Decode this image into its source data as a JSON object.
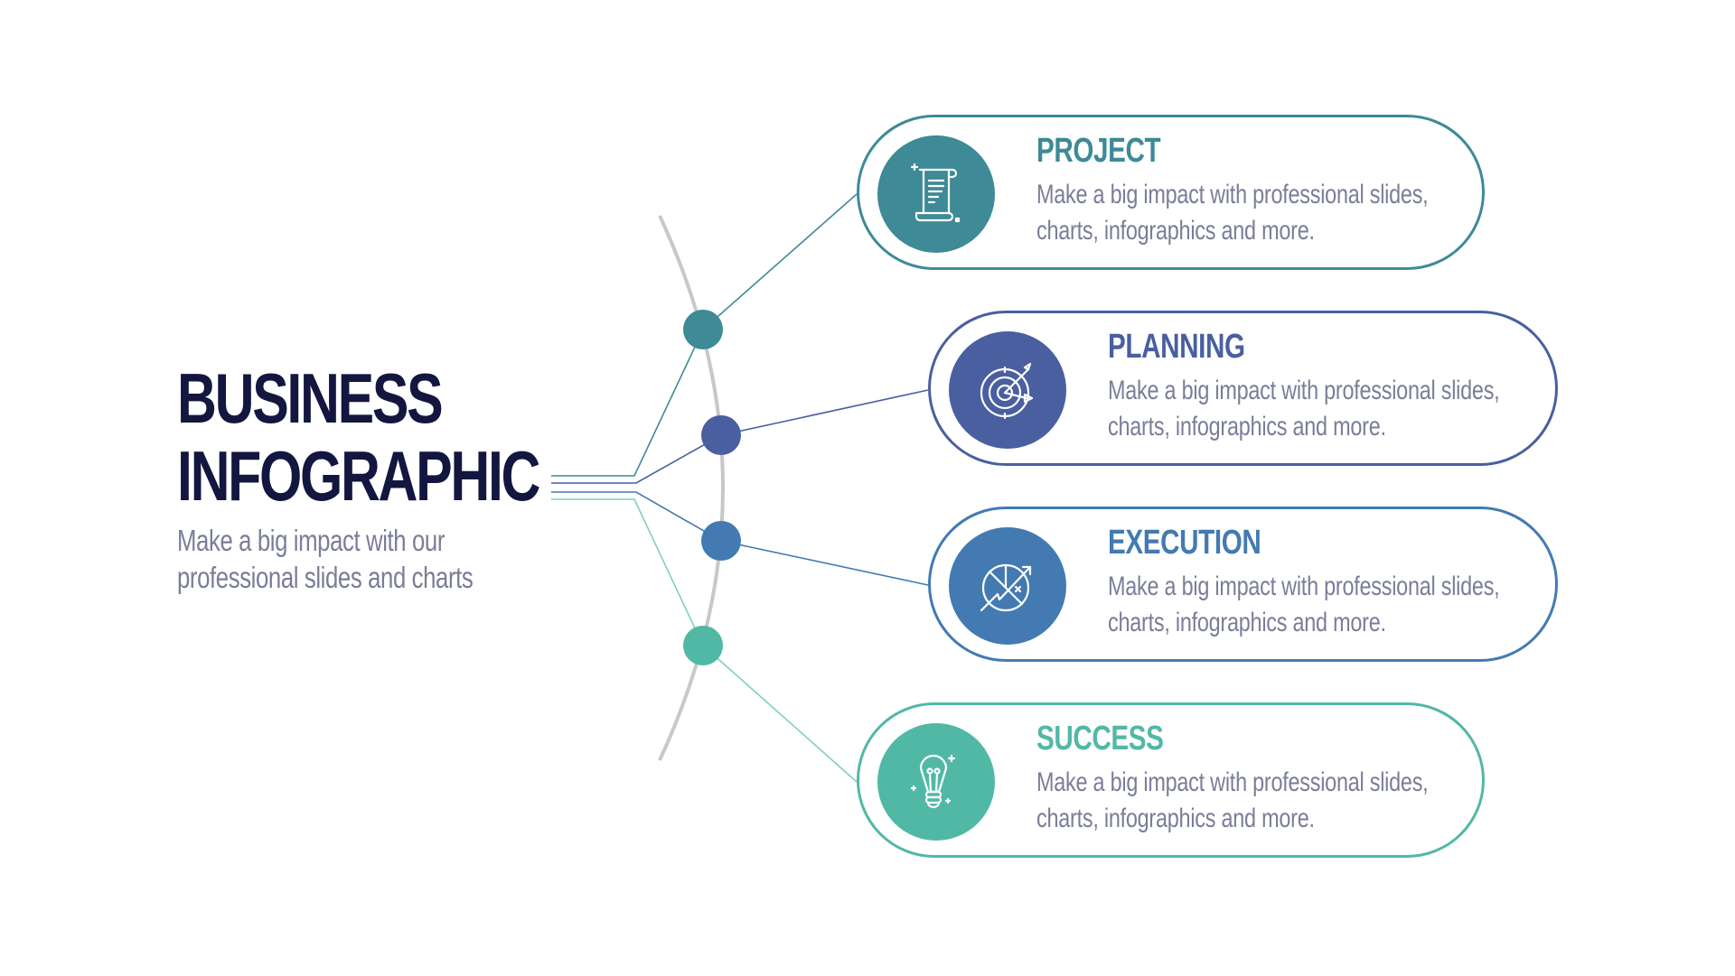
{
  "header": {
    "title_line1": "BUSINESS",
    "title_line2": "INFOGRAPHIC",
    "subtitle_line1": "Make a big impact with our",
    "subtitle_line2": "professional slides and charts"
  },
  "colors": {
    "title": "#13163f",
    "body_text": "#7a7d98",
    "arc": "#c8c8c8",
    "project": "#3e8a96",
    "planning": "#4a5fa0",
    "execution": "#437ab2",
    "success": "#52b8a6"
  },
  "steps": [
    {
      "title": "PROJECT",
      "desc_line1": "Make a big impact with professional slides,",
      "desc_line2": "charts, infographics and more.",
      "icon": "scroll-document-icon",
      "color": "#3e8a96"
    },
    {
      "title": "PLANNING",
      "desc_line1": "Make a big impact with professional slides,",
      "desc_line2": "charts, infographics and more.",
      "icon": "target-arrow-icon",
      "color": "#4a5fa0"
    },
    {
      "title": "EXECUTION",
      "desc_line1": "Make a big impact with professional slides,",
      "desc_line2": "charts, infographics and more.",
      "icon": "strategy-chart-icon",
      "color": "#437ab2"
    },
    {
      "title": "SUCCESS",
      "desc_line1": "Make a big impact with professional slides,",
      "desc_line2": "charts, infographics and more.",
      "icon": "lightbulb-icon",
      "color": "#52b8a6"
    }
  ]
}
